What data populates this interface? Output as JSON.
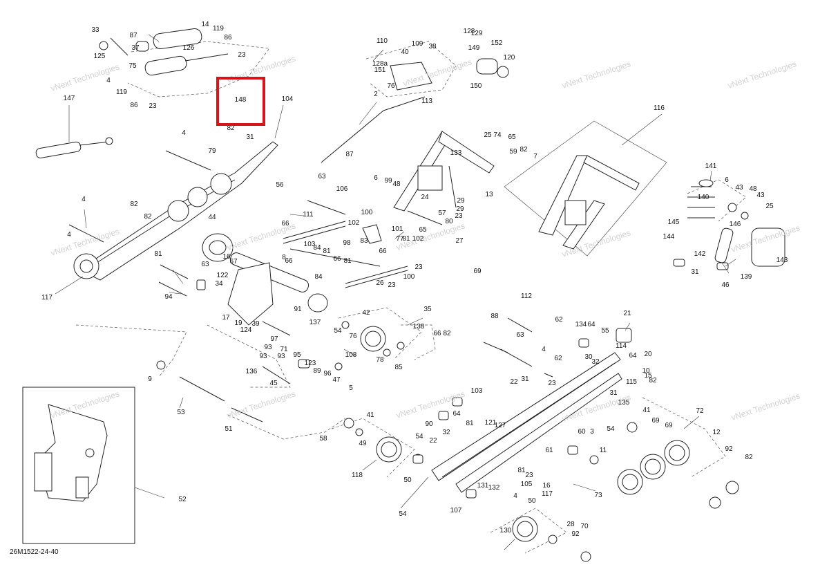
{
  "diagram": {
    "code": "26M1522-24-40",
    "watermark": "vNext Technologies",
    "highlight_label": "148",
    "accent_color": "#d8141b",
    "callouts": [
      "33",
      "87",
      "14",
      "119",
      "86",
      "125",
      "37",
      "126",
      "23",
      "75",
      "4",
      "119",
      "86",
      "23",
      "147",
      "110",
      "40",
      "109",
      "38",
      "128",
      "129",
      "128a",
      "151",
      "149",
      "152",
      "120",
      "76",
      "150",
      "2",
      "113",
      "104",
      "4",
      "82",
      "31",
      "79",
      "4",
      "82",
      "4",
      "82",
      "56",
      "44",
      "117",
      "81",
      "63",
      "122",
      "67",
      "34",
      "94",
      "63",
      "106",
      "111",
      "100",
      "102",
      "66",
      "103",
      "84",
      "81",
      "8",
      "66",
      "81",
      "84",
      "66",
      "66",
      "77",
      "101",
      "81",
      "102",
      "83",
      "98",
      "100",
      "23",
      "26",
      "23",
      "87",
      "6",
      "99",
      "48",
      "133",
      "25",
      "74",
      "65",
      "59",
      "82",
      "7",
      "13",
      "29",
      "24",
      "29",
      "57",
      "80",
      "23",
      "27",
      "69",
      "65",
      "116",
      "141",
      "6",
      "43",
      "48",
      "43",
      "25",
      "140",
      "145",
      "146",
      "144",
      "142",
      "31",
      "46",
      "139",
      "143",
      "16",
      "17",
      "19",
      "39",
      "124",
      "97",
      "93",
      "71",
      "93",
      "93",
      "136",
      "45",
      "123",
      "89",
      "96",
      "47",
      "5",
      "95",
      "108",
      "91",
      "137",
      "42",
      "54",
      "76",
      "78",
      "85",
      "35",
      "138",
      "66",
      "82",
      "9",
      "53",
      "51",
      "52",
      "112",
      "88",
      "62",
      "63",
      "134",
      "64",
      "55",
      "21",
      "114",
      "30",
      "32",
      "64",
      "20",
      "10",
      "15",
      "82",
      "4",
      "62",
      "31",
      "22",
      "23",
      "31",
      "135",
      "115",
      "103",
      "64",
      "90",
      "32",
      "81",
      "121",
      "127",
      "41",
      "58",
      "49",
      "118",
      "54",
      "22",
      "50",
      "61",
      "60",
      "3",
      "11",
      "54",
      "41",
      "69",
      "69",
      "72",
      "12",
      "92",
      "82",
      "81",
      "23",
      "105",
      "16",
      "131",
      "132",
      "4",
      "50",
      "117",
      "107",
      "54",
      "73",
      "130",
      "28",
      "92",
      "70"
    ]
  }
}
